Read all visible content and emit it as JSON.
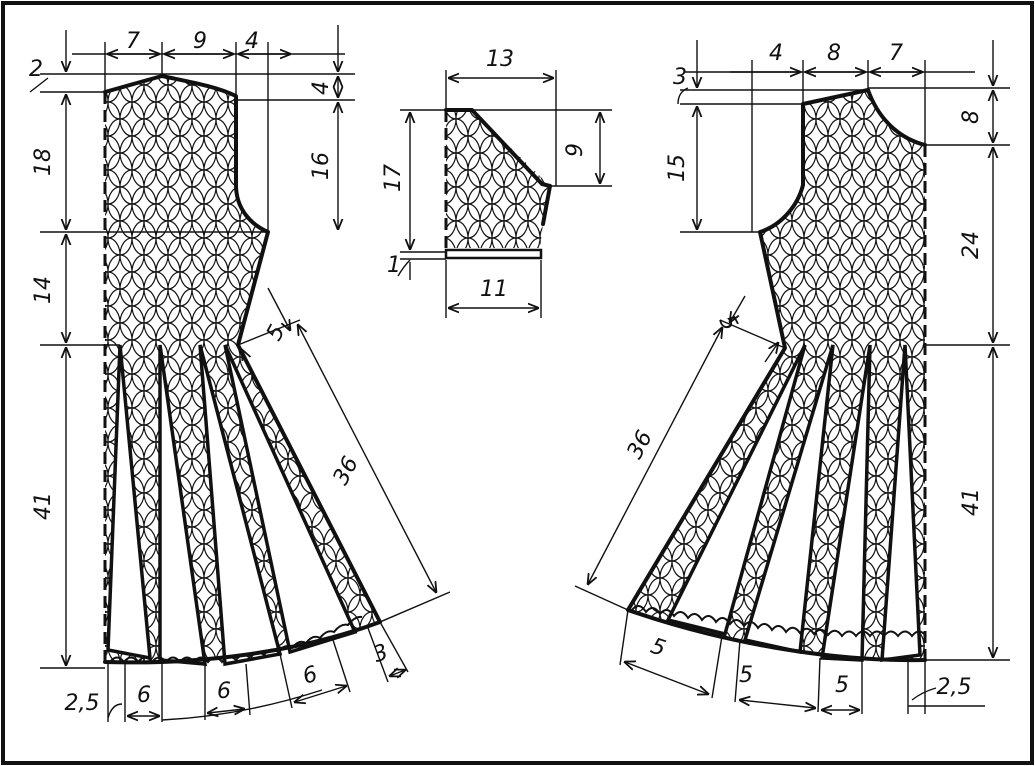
{
  "left_piece": {
    "top_widths": [
      "7",
      "9",
      "4"
    ],
    "left_heights": [
      "2",
      "18",
      "14",
      "41"
    ],
    "right_heights": [
      "4",
      "16"
    ],
    "slant": [
      "5",
      "36"
    ],
    "bottom": [
      "2,5",
      "6",
      "6",
      "6",
      "3"
    ]
  },
  "sleeve": {
    "top": "13",
    "left": "17",
    "right": "9",
    "bottom": "11",
    "edge": "1"
  },
  "right_piece": {
    "top_widths": [
      "4",
      "8",
      "7"
    ],
    "left_heights": [
      "3",
      "15"
    ],
    "right_heights": [
      "8",
      "24",
      "41"
    ],
    "slant": [
      "5",
      "36"
    ],
    "bottom": [
      "5",
      "5",
      "5",
      "2,5"
    ]
  },
  "colors": {
    "ink": "#111111",
    "paper": "#ffffff"
  }
}
